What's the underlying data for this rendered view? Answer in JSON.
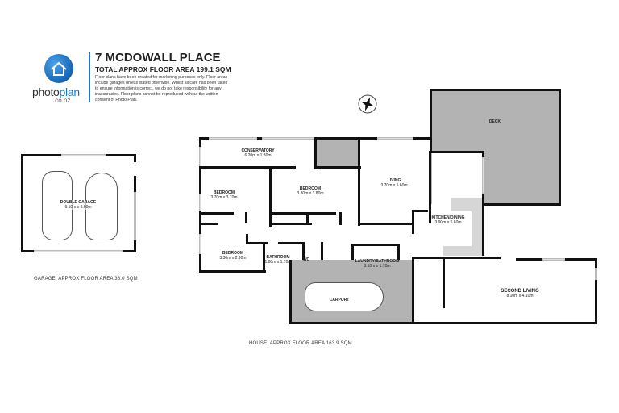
{
  "header": {
    "brand": {
      "name_part1": "photo",
      "name_part2": "plan",
      "domain": ".co.nz",
      "icon": "house-icon"
    },
    "title": "7 MCDOWALL PLACE",
    "subtitle": "TOTAL APPROX FLOOR AREA 199.1 SQM",
    "disclaimer": "Floor plans have been created for marketing purposes only. Floor areas include garages unless stated otherwise. Whilst all care has been taken to ensure information is correct, we do not take responsibility for any inaccuracies. Floor plans cannot be reproduced without the written consent of Photo Plan."
  },
  "compass": {
    "icon": "compass-icon"
  },
  "garage": {
    "room": {
      "name": "DOUBLE GARAGE",
      "dims": "6.10m x 6.60m"
    },
    "area_label": "GARAGE: APPROX FLOOR AREA 36.0 SQM"
  },
  "house": {
    "area_label": "HOUSE: APPROX FLOOR AREA 163.9 SQM",
    "rooms": [
      {
        "name": "CONSERVATORY",
        "dims": "6.20m x 1.80m"
      },
      {
        "name": "BEDROOM",
        "dims": "3.70m x 3.70m"
      },
      {
        "name": "BEDROOM",
        "dims": "3.80m x 3.80m"
      },
      {
        "name": "LIVING",
        "dims": "3.70m x 5.60m"
      },
      {
        "name": "DECK",
        "dims": ""
      },
      {
        "name": "KITCHEN/DINING",
        "dims": "3.90m x 6.60m"
      },
      {
        "name": "BEDROOM",
        "dims": "3.30m x 2.90m"
      },
      {
        "name": "BATHROOM",
        "dims": "1.80m x 1.70m"
      },
      {
        "name": "WC",
        "dims": ""
      },
      {
        "name": "LAUNDRY/BATHROOM",
        "dims": "3.10m x 1.70m"
      },
      {
        "name": "CARPORT",
        "dims": ""
      },
      {
        "name": "SECOND LIVING",
        "dims": "8.10m x 4.10m"
      }
    ]
  }
}
